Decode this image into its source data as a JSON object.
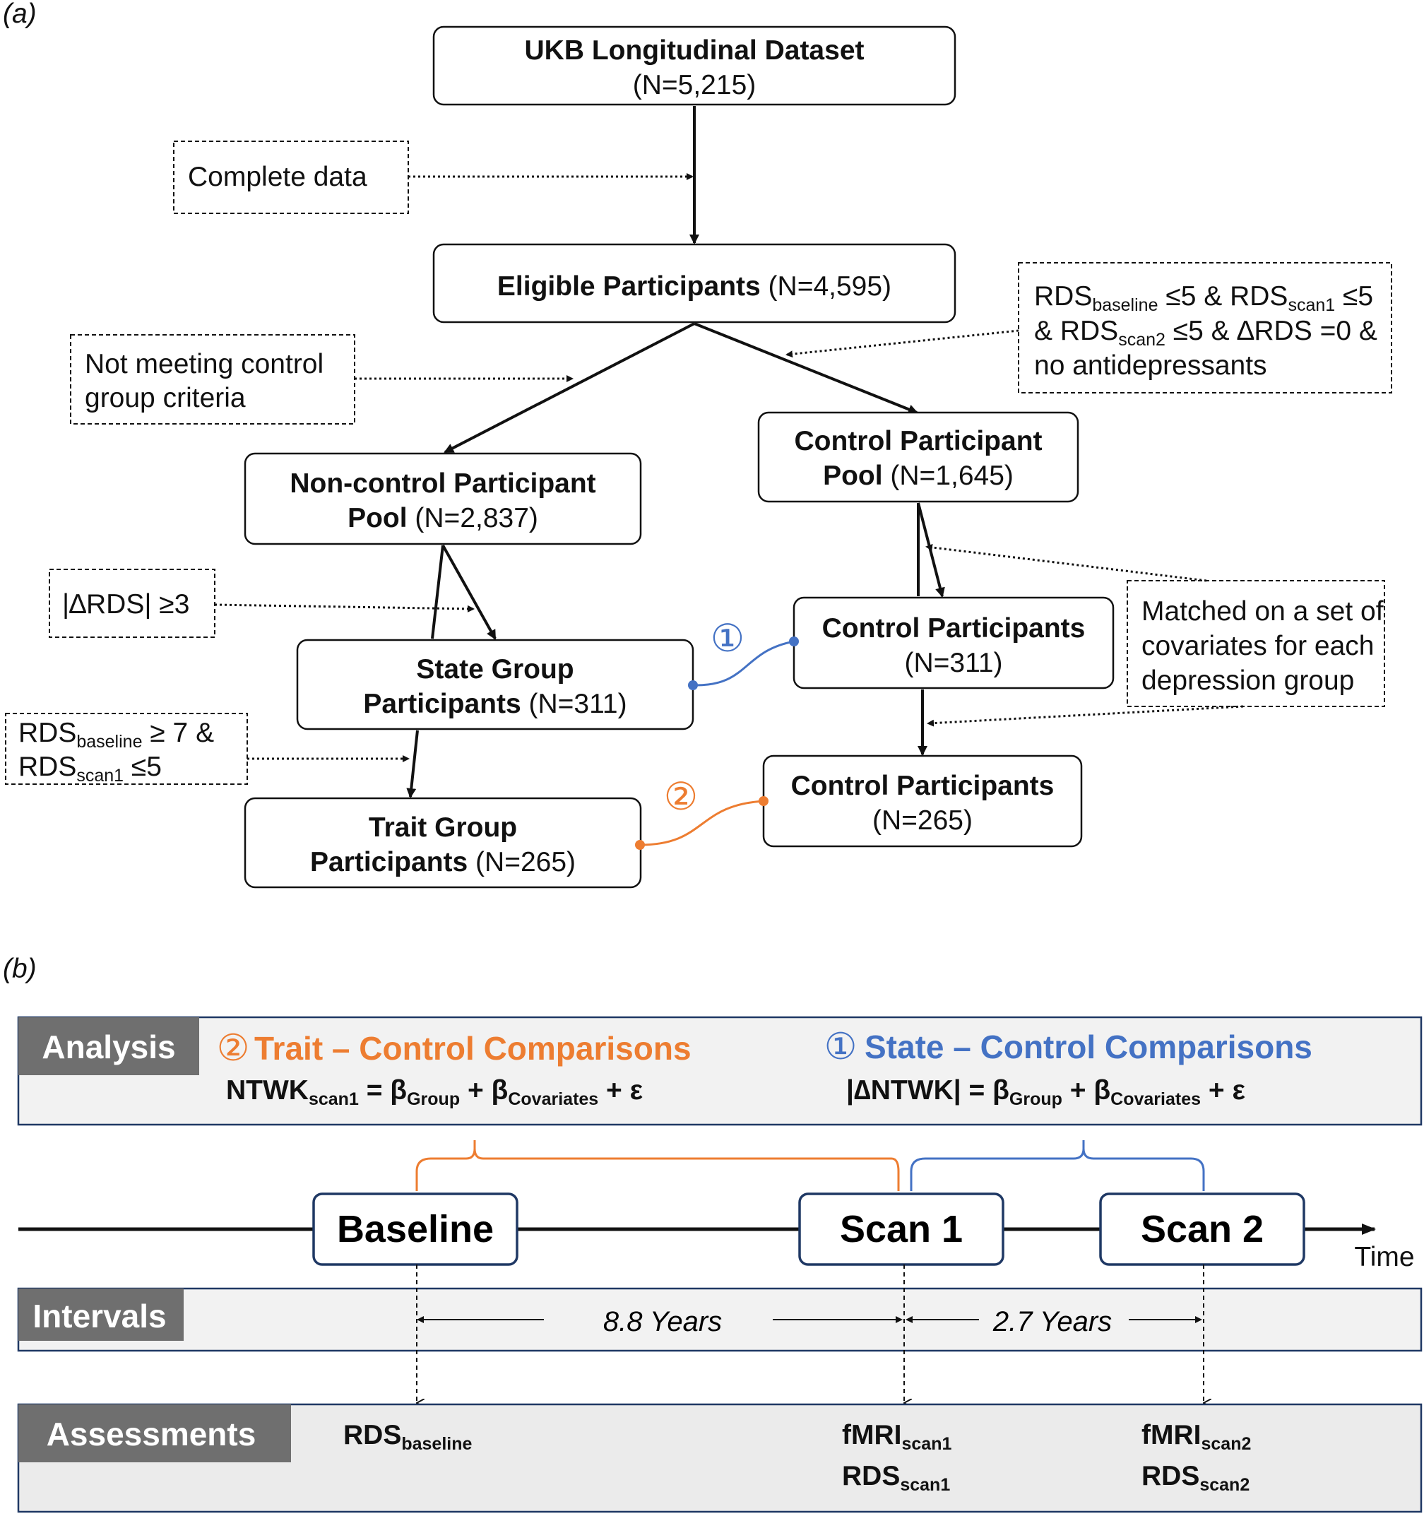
{
  "panel_a": {
    "label": "(a)",
    "ukb": {
      "title": "UKB Longitudinal Dataset",
      "n": "(N=5,215)"
    },
    "complete": "Complete data",
    "eligible": {
      "title": "Eligible Participants",
      "n": " (N=4,595)"
    },
    "criteria": {
      "l1a": "RDS",
      "l1b": "baseline",
      "l1c": " ≤5 & RDS",
      "l1d": "scan1",
      "l1e": " ≤5",
      "l2a": "& RDS",
      "l2b": "scan2",
      "l2c": " ≤5 & ∆RDS =0 &",
      "l3": "no antidepressants"
    },
    "not_meeting": {
      "line1": "Not meeting control",
      "line2": "group criteria"
    },
    "noncontrol": {
      "line1": "Non-control Participant",
      "line2_bold": "Pool",
      "line2_n": " (N=2,837)"
    },
    "control_pool": {
      "line1": "Control Participant",
      "line2_bold": "Pool",
      "line2_n": " (N=1,645)"
    },
    "delta_rds": "|∆RDS| ≥3",
    "state": {
      "line1": "State Group",
      "line2_bold": "Participants",
      "line2_n": " (N=311)"
    },
    "control_311": {
      "title": "Control Participants",
      "n": "(N=311)"
    },
    "matched": {
      "line1": "Matched on a set of",
      "line2": "covariates for each",
      "line3": "depression group"
    },
    "trait_criteria": {
      "l1a": "RDS",
      "l1b": "baseline",
      "l1c": " ≥ 7 &",
      "l2a": "RDS",
      "l2b": "scan1",
      "l2c": " ≤5"
    },
    "trait": {
      "line1": "Trait Group",
      "line2_bold": "Participants",
      "line2_n": " (N=265)"
    },
    "control_265": {
      "title": "Control Participants",
      "n": "(N=265)"
    },
    "marker1": "①",
    "marker2": "②"
  },
  "panel_b": {
    "label": "(b)",
    "analysis": {
      "tab": "Analysis",
      "trait_heading": "Trait – Control Comparisons",
      "state_heading": "State – Control Comparisons",
      "trait_eq": {
        "a": "NTWK",
        "b": "scan1",
        "c": " = β",
        "d": "Group",
        "e": " + β",
        "f": "Covariates",
        "g": " + ε"
      },
      "state_eq": {
        "a": "|∆NTWK|  = β",
        "b": "Group",
        "c": " + β",
        "d": "Covariates",
        "e": " + ε"
      }
    },
    "timeline": {
      "baseline": "Baseline",
      "scan1": "Scan 1",
      "scan2": "Scan 2",
      "axis_label": "Time"
    },
    "intervals": {
      "tab": "Intervals",
      "first": "8.8 Years",
      "second": "2.7 Years"
    },
    "assessments": {
      "tab": "Assessments",
      "baseline": {
        "a": "RDS",
        "b": "baseline"
      },
      "scan1_fmri": {
        "a": "fMRI",
        "b": "scan1"
      },
      "scan1_rds": {
        "a": "RDS",
        "b": "scan1"
      },
      "scan2_fmri": {
        "a": "fMRI",
        "b": "scan2"
      },
      "scan2_rds": {
        "a": "RDS",
        "b": "scan2"
      }
    }
  },
  "colors": {
    "trait_orange": "#ed7d31",
    "state_blue": "#4472c4",
    "tab_gray": "#6f6f6f",
    "band_fill": "#f2f2f2",
    "band_border": "#1f3864"
  }
}
